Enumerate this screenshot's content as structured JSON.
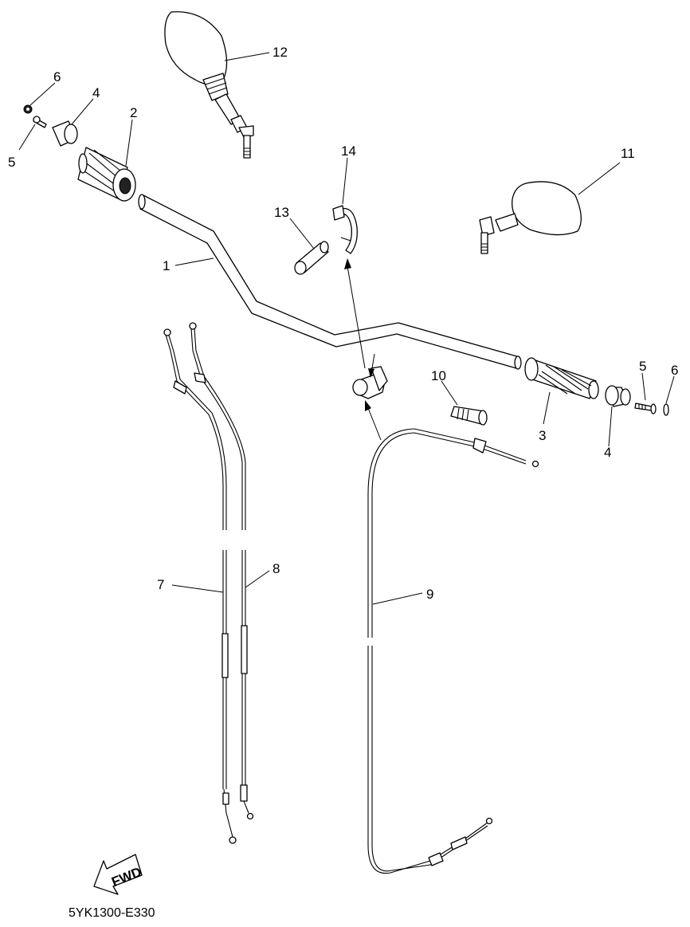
{
  "diagram": {
    "part_numbers": [
      "1",
      "2",
      "3",
      "4",
      "4",
      "5",
      "5",
      "6",
      "6",
      "7",
      "8",
      "9",
      "10",
      "11",
      "12",
      "13",
      "14"
    ],
    "callouts": {
      "c1": "1",
      "c2": "2",
      "c3": "3",
      "c4a": "4",
      "c4b": "4",
      "c5a": "5",
      "c5b": "5",
      "c6a": "6",
      "c6b": "6",
      "c7": "7",
      "c8": "8",
      "c9": "9",
      "c10": "10",
      "c11": "11",
      "c12": "12",
      "c13": "13",
      "c14": "14"
    },
    "fwd_label": "FWD",
    "figure_code": "5YK1300-E330"
  }
}
